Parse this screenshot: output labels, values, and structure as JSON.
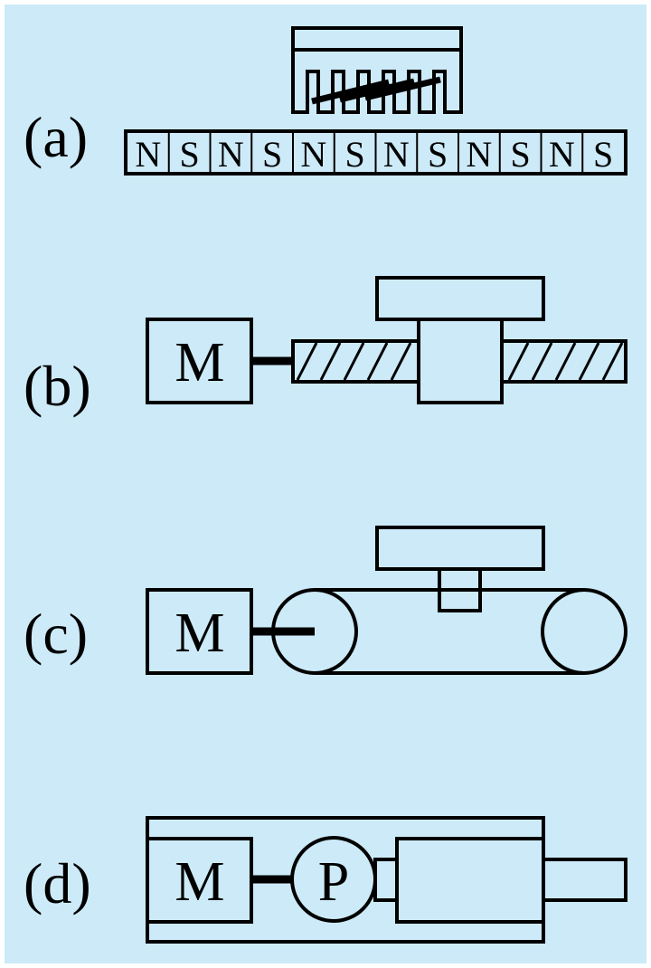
{
  "background": "#cdeaf8",
  "border_color": "#ffffff",
  "panels": [
    {
      "id": "a",
      "label": "(a)"
    },
    {
      "id": "b",
      "label": "(b)",
      "motor_label": "M"
    },
    {
      "id": "c",
      "label": "(c)",
      "motor_label": "M"
    },
    {
      "id": "d",
      "label": "(d)",
      "motor_label": "M",
      "pump_label": "P"
    }
  ],
  "magnet_poles": [
    "N",
    "S",
    "N",
    "S",
    "N",
    "S",
    "N",
    "S",
    "N",
    "S",
    "N",
    "S"
  ]
}
